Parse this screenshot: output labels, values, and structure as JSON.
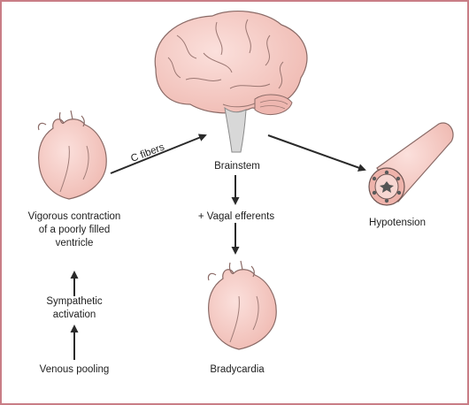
{
  "labels": {
    "c_fibers": "C fibers",
    "brainstem": "Brainstem",
    "vagal_efferents": "+ Vagal efferents",
    "hypotension": "Hypotension",
    "vigorous_contraction": "Vigorous contraction of a poorly filled ventricle",
    "sympathetic_activation": "Sympathetic activation",
    "venous_pooling": "Venous pooling",
    "bradycardia": "Bradycardia"
  },
  "colors": {
    "frame_border": "#c97d86",
    "organ_fill": "#f4c4bd",
    "organ_stroke": "#8a6a66",
    "brainstem_fill": "#d8d8d8",
    "arrow": "#2a2a2a"
  }
}
